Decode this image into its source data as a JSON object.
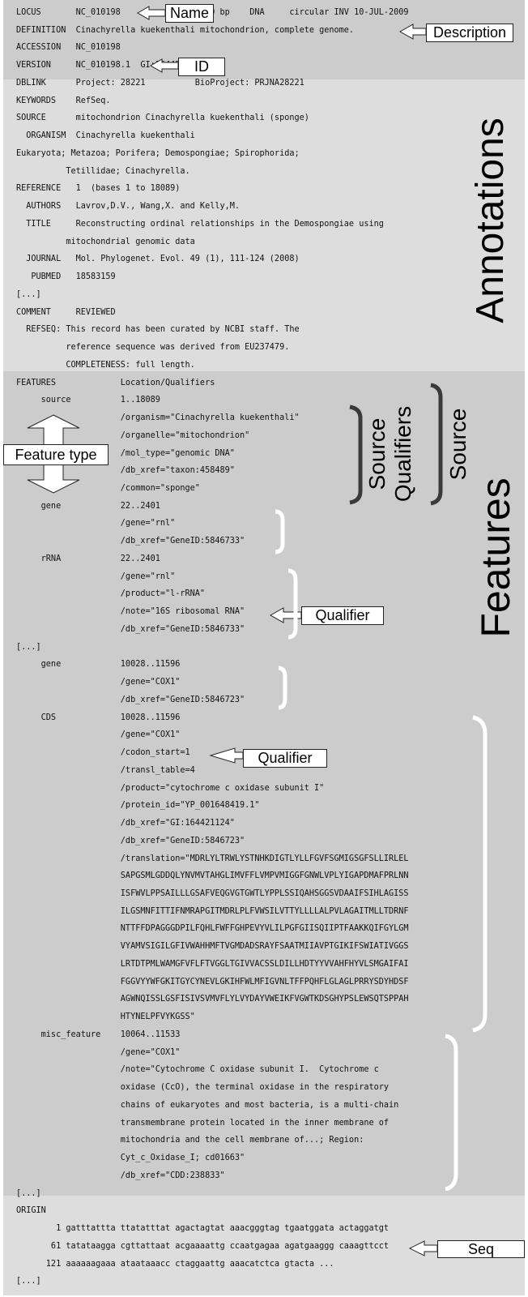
{
  "record_lines": [
    {
      "text": "LOCUS       NC_010198              18089 bp    DNA     circular INV 10-JUL-2009"
    },
    {
      "text": "DEFINITION  Cinachyrella kuekenthali mitochondrion, complete genome."
    },
    {
      "text": "ACCESSION   NC_010198"
    },
    {
      "text": "VERSION     NC_010198.1  GI:164421118"
    },
    {
      "text": "DBLINK      Project: 28221          BioProject: PRJNA28221"
    },
    {
      "text": "KEYWORDS    RefSeq."
    },
    {
      "text": "SOURCE      mitochondrion Cinachyrella kuekenthali (sponge)"
    },
    {
      "text": "  ORGANISM  Cinachyrella kuekenthali"
    },
    {
      "text": "Eukaryota; Metazoa; Porifera; Demospongiae; Spirophorida;"
    },
    {
      "text": "          Tetillidae; Cinachyrella."
    },
    {
      "text": "REFERENCE   1  (bases 1 to 18089)"
    },
    {
      "text": "  AUTHORS   Lavrov,D.V., Wang,X. and Kelly,M."
    },
    {
      "text": "  TITLE     Reconstructing ordinal relationships in the Demospongiae using"
    },
    {
      "text": "          mitochondrial genomic data"
    },
    {
      "text": "  JOURNAL   Mol. Phylogenet. Evol. 49 (1), 111-124 (2008)"
    },
    {
      "text": "   PUBMED   18583159"
    },
    {
      "text": "[...]"
    },
    {
      "text": "COMMENT     REVIEWED"
    },
    {
      "text": "  REFSEQ: This record has been curated by NCBI staff. The"
    },
    {
      "text": "          reference sequence was derived from EU237479."
    },
    {
      "text": "          COMPLETENESS: full length."
    },
    {
      "text": "FEATURES             Location/Qualifiers"
    },
    {
      "text": "     source          1..18089"
    },
    {
      "text": "                     /organism=\"Cinachyrella kuekenthali\""
    },
    {
      "text": "                     /organelle=\"mitochondrion\""
    },
    {
      "text": "                     /mol_type=\"genomic DNA\""
    },
    {
      "text": "                     /db_xref=\"taxon:458489\""
    },
    {
      "text": "                     /common=\"sponge\""
    },
    {
      "text": "     gene            22..2401"
    },
    {
      "text": "                     /gene=\"rnl\""
    },
    {
      "text": "                     /db_xref=\"GeneID:5846733\""
    },
    {
      "text": "     rRNA            22..2401"
    },
    {
      "text": "                     /gene=\"rnl\""
    },
    {
      "text": "                     /product=\"l-rRNA\""
    },
    {
      "text": "                     /note=\"16S ribosomal RNA\""
    },
    {
      "text": "                     /db_xref=\"GeneID:5846733\""
    },
    {
      "text": "[...]"
    },
    {
      "text": "     gene            10028..11596"
    },
    {
      "text": "                     /gene=\"COX1\""
    },
    {
      "text": "                     /db_xref=\"GeneID:5846723\""
    },
    {
      "text": "     CDS             10028..11596"
    },
    {
      "text": "                     /gene=\"COX1\""
    },
    {
      "text": "                     /codon_start=1"
    },
    {
      "text": "                     /transl_table=4"
    },
    {
      "text": "                     /product=\"cytochrome c oxidase subunit I\""
    },
    {
      "text": "                     /protein_id=\"YP_001648419.1\""
    },
    {
      "text": "                     /db_xref=\"GI:164421124\""
    },
    {
      "text": "                     /db_xref=\"GeneID:5846723\""
    },
    {
      "text": "                     /translation=\"MDRLYLTRWLYSTNHKDIGTLYLLFGVFSGMIGSGFSLLIRLEL"
    },
    {
      "text": "                     SAPGSMLGDDQLYNVMVTAHGLIMVFFLVMPVMIGGFGNWLVPLYIGAPDMAFPRLNN"
    },
    {
      "text": "                     ISFWVLPPSAILLLGSAFVEQGVGTGWTLYPPLSSIQAHSGGSVDAAIFSIHLAGISS"
    },
    {
      "text": "                     ILGSMNFITTIFNMRAPGITMDRLPLFVWSILVTTYLLLLALPVLAGAITMLLTDRNF"
    },
    {
      "text": "                     NTTFFDPAGGGDPILFQHLFWFFGHPEVYVLILPGFGIISQIIPTFAAKKQIFGYLGM"
    },
    {
      "text": "                     VYAMVSIGILGFIVWAHHMFTVGMDADSRAYFSAATMIIAVPTGIKIFSWIATIVGGS"
    },
    {
      "text": "                     LRTDTPMLWAMGFVFLFTVGGLTGIVVACSSLDILLHDTYYVVAHFHYVLSMGAIFAI"
    },
    {
      "text": "                     FGGVYYWFGKITGYCYNEVLGKIHFWLMFIGVNLTFFPQHFLGLAGLPRRYSDYHDSF"
    },
    {
      "text": "                     AGWNQISSLGSFISIVSVMVFLYLVYDAYVWEIKFVGWTKDSGHYPSLEWSQTSPPAH"
    },
    {
      "text": "                     HTYNELPFVYKGSS\""
    },
    {
      "text": "     misc_feature    10064..11533"
    },
    {
      "text": "                     /gene=\"COX1\""
    },
    {
      "text": "                     /note=\"Cytochrome C oxidase subunit I.  Cytochrome c"
    },
    {
      "text": "                     oxidase (CcO), the terminal oxidase in the respiratory"
    },
    {
      "text": "                     chains of eukaryotes and most bacteria, is a multi-chain"
    },
    {
      "text": "                     transmembrane protein located in the inner membrane of"
    },
    {
      "text": "                     mitochondria and the cell membrane of...; Region:"
    },
    {
      "text": "                     Cyt_c_Oxidase_I; cd01663\""
    },
    {
      "text": "                     /db_xref=\"CDD:238833\""
    },
    {
      "text": "[...]"
    },
    {
      "text": "ORIGIN"
    },
    {
      "text": "        1 gatttattta ttatatttat agactagtat aaacgggtag tgaatggata actaggatgt"
    },
    {
      "text": "       61 tatataagga cgttattaat acgaaaattg ccaatgagaa agatgaaggg caaagttcct"
    },
    {
      "text": "      121 aaaaaagaaa ataataaacc ctaggaattg aaacatctca gtacta ..."
    },
    {
      "text": "[...]"
    }
  ],
  "callouts": {
    "name": "Name",
    "description": "Description",
    "id": "ID",
    "feature_type": "Feature type",
    "qualifier_1": "Qualifier",
    "qualifier_2": "Qualifier",
    "seq": "Seq"
  },
  "section_labels": {
    "annotations": "Annotations",
    "features": "Features",
    "source": "Source",
    "source_qualifiers": "Source\nQualifiers"
  },
  "colors": {
    "header_band": "#cccccc",
    "annotations_band": "#dddddd",
    "features_band": "#cccccc",
    "origin_band": "#dddddd",
    "dark_bracket": "#3a3a3a",
    "white_bracket": "#ffffff"
  }
}
